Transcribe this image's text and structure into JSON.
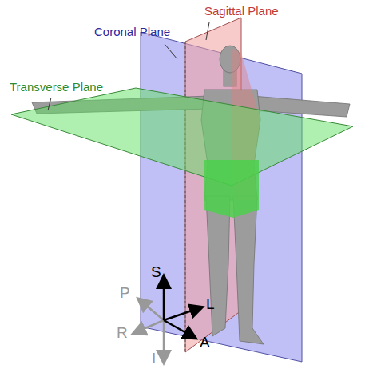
{
  "diagram": {
    "labels": [
      "Sagittal Plane",
      "Coronal Plane",
      "Transverse Plane",
      "S",
      "L",
      "A",
      "I",
      "R",
      "P"
    ]
  }
}
